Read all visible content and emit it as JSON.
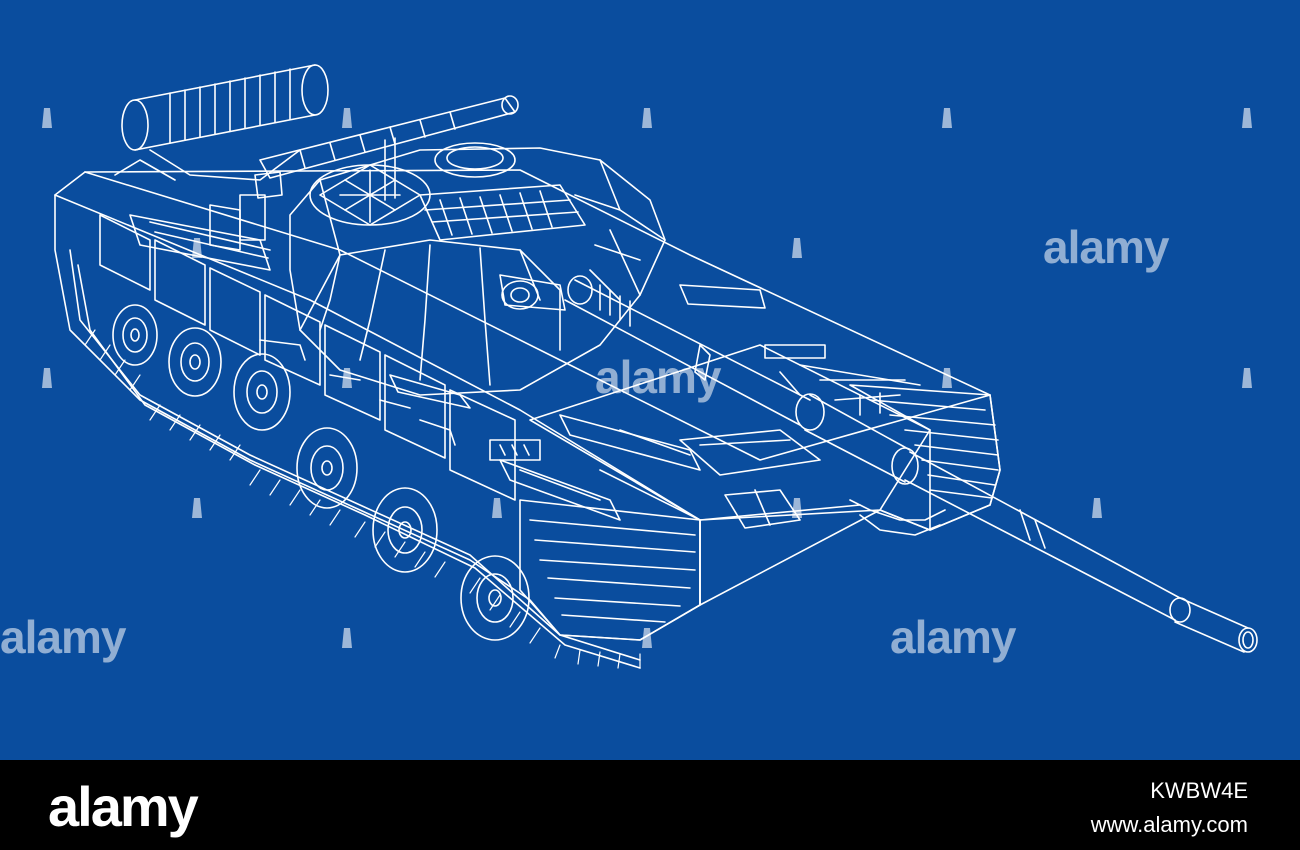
{
  "image": {
    "subject": "tank-wireframe",
    "colors": {
      "background": "#0a4d9e",
      "lines": "#ffffff",
      "footer": "#000000"
    }
  },
  "watermark": {
    "text": "alamy"
  },
  "footer": {
    "logo_text": "alamy",
    "image_id": "KWBW4E",
    "site_url": "www.alamy.com"
  }
}
